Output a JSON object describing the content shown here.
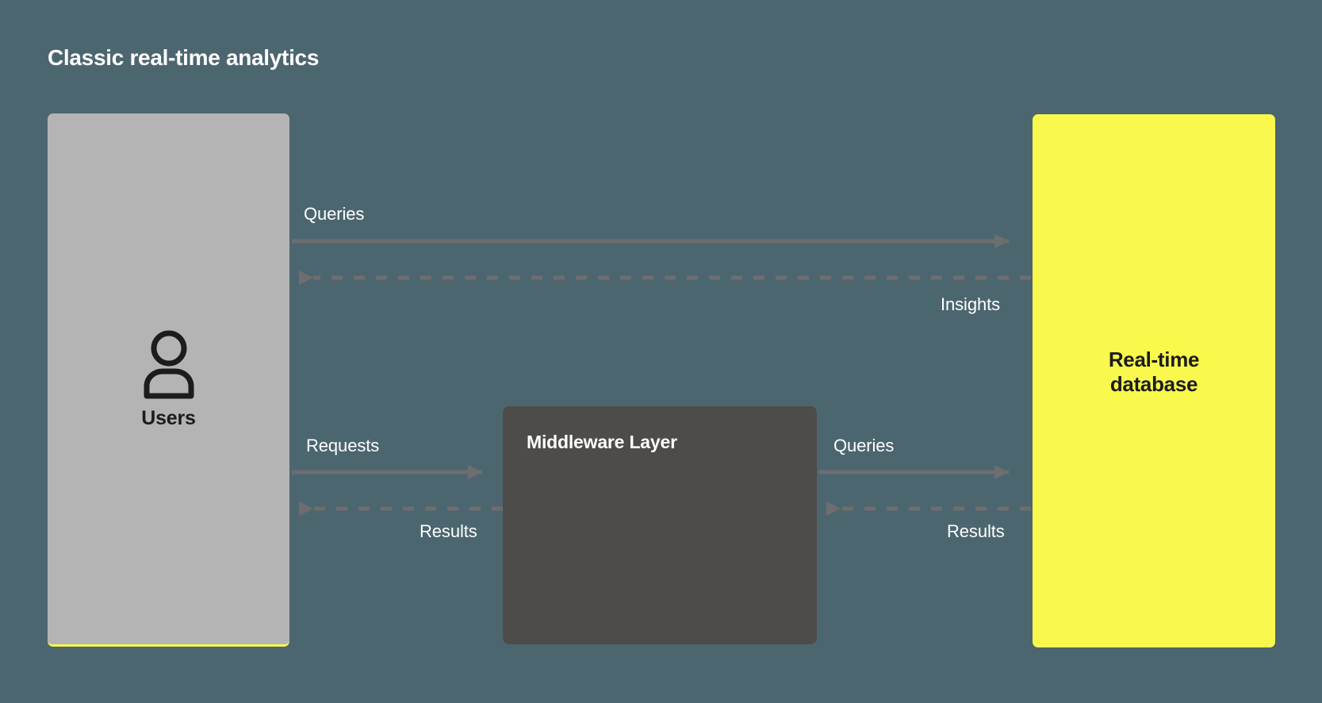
{
  "page": {
    "title": "Classic real-time analytics",
    "background_color": "#4c6670"
  },
  "nodes": {
    "users": {
      "label": "Users",
      "icon": "user-icon",
      "fill_color": "#b4b4b4",
      "accent_color": "#f7f84c"
    },
    "middleware": {
      "label": "Middleware Layer",
      "fill_color": "#4e4c49"
    },
    "database": {
      "label_line1": "Real-time",
      "label_line2": "database",
      "fill_color": "#f8f94c"
    }
  },
  "edges": [
    {
      "id": "users-to-db-queries",
      "label": "Queries",
      "style": "solid",
      "direction": "right",
      "from": "users",
      "to": "database"
    },
    {
      "id": "db-to-users-insights",
      "label": "Insights",
      "style": "dashed",
      "direction": "left",
      "from": "database",
      "to": "users"
    },
    {
      "id": "users-to-mw-requests",
      "label": "Requests",
      "style": "solid",
      "direction": "right",
      "from": "users",
      "to": "middleware"
    },
    {
      "id": "mw-to-users-results",
      "label": "Results",
      "style": "dashed",
      "direction": "left",
      "from": "middleware",
      "to": "users"
    },
    {
      "id": "mw-to-db-queries",
      "label": "Queries",
      "style": "solid",
      "direction": "right",
      "from": "middleware",
      "to": "database"
    },
    {
      "id": "db-to-mw-results",
      "label": "Results",
      "style": "dashed",
      "direction": "left",
      "from": "database",
      "to": "middleware"
    }
  ],
  "colors": {
    "arrow": "#6e6e6e",
    "arrow_dashed": "#6e6e6e",
    "text_light": "#ffffff",
    "text_dark": "#1c1c1c"
  }
}
